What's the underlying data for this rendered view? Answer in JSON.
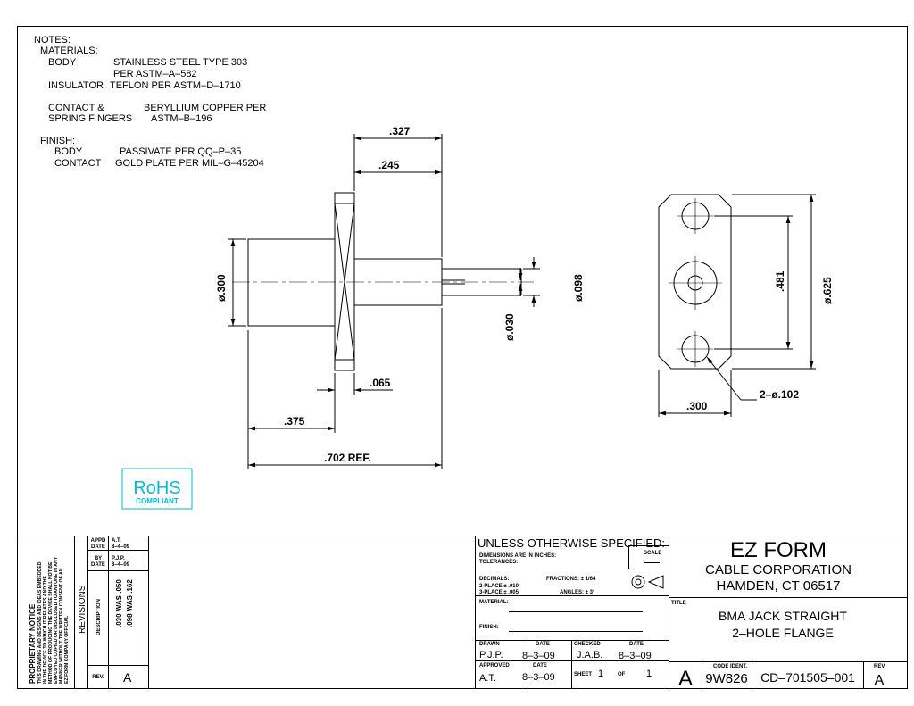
{
  "notes": {
    "heading": "NOTES:",
    "materials_heading": "MATERIALS:",
    "body_label": "BODY",
    "body_value1": "STAINLESS STEEL TYPE 303",
    "body_value2": "PER ASTM–A–582",
    "insulator_label": "INSULATOR",
    "insulator_value": "TEFLON PER ASTM–D–1710",
    "contact_label1": "CONTACT &",
    "contact_label2": "SPRING FINGERS",
    "contact_value1": "BERYLLIUM COPPER PER",
    "contact_value2": "ASTM–B–196",
    "finish_heading": "FINISH:",
    "finish_body_label": "BODY",
    "finish_body_value": "PASSIVATE PER QQ–P–35",
    "finish_contact_label": "CONTACT",
    "finish_contact_value": "GOLD PLATE PER MIL–G–45204"
  },
  "dimensions": {
    "d327": ".327",
    "d245": ".245",
    "dia300": "ø.300",
    "dia098": "ø.098",
    "dia030": "ø.030",
    "d065": ".065",
    "d375": ".375",
    "d702": ".702 REF.",
    "d481": ".481",
    "dia625": "ø.625",
    "holes": "2–ø.102",
    "w300": ".300"
  },
  "rohs": {
    "line1": "RoHS",
    "line2": "COMPLIANT"
  },
  "proprietary": {
    "title": "PROPRIETARY NOTICE",
    "lines": [
      "THIS DRAWING AND DESIGNS AND IDEAS EMBEDDED",
      "IN THE DEVICE TO WHICH IT RELATES AND THE",
      "METHOD OF PRODUCING THE DEVICE SHALL NOT BE",
      "EMPLOYED COPIED OR DISCLOSED TO ANYONE IN ANY",
      "MANNER WITHOUT THE WRITTEN CONSENT OF AN",
      "EZ FORM COMPANY OFFICIAL"
    ]
  },
  "revisions": {
    "label": "REVISIONS",
    "appd_label": "APPD",
    "appd_value": "A.T.",
    "appd_date_label": "DATE",
    "appd_date": "8–4–09",
    "by_label": "BY",
    "by_value": "P.J.P.",
    "by_date_label": "DATE",
    "by_date": "8–4–09",
    "description_label": "DESCRIPTION",
    "description_line1": ".030 WAS .050",
    "description_line2": ".098 WAS .162",
    "rev_label": "REV.",
    "rev_value": "A"
  },
  "tolerances": {
    "header": "UNLESS OTHERWISE SPECIFIED:",
    "dims_line": "DIMENSIONS ARE IN INCHES:",
    "tol_line": "TOLERANCES:",
    "scale_label": "SCALE",
    "decimals": "DECIMALS:",
    "fractions": "FRACTIONS:  ± 1/64",
    "two_place": "2-PLACE  ± .010",
    "three_place": "3-PLACE  ± .005",
    "angles": "ANGLES:  ± 3°",
    "material_label": "MATERIAL:",
    "finish_label": "FINISH:",
    "drawn_label": "DRAWN",
    "drawn_by": "P.J.P.",
    "drawn_date_label": "DATE",
    "drawn_date": "8–3–09",
    "checked_label": "CHECKED",
    "checked_by": "J.A.B.",
    "checked_date_label": "DATE",
    "checked_date": "8–3–09",
    "approved_label": "APPROVED",
    "approved_by": "A.T.",
    "approved_date_label": "DATE",
    "approved_date": "8–3–09",
    "sheet_label": "SHEET",
    "sheet_num": "1",
    "of_label": "OF",
    "sheet_total": "1"
  },
  "company": {
    "name": "EZ FORM",
    "line2": "CABLE CORPORATION",
    "line3": "HAMDEN, CT 06517"
  },
  "title_block": {
    "title_label": "TITLE",
    "title_line1": "BMA JACK STRAIGHT",
    "title_line2": "2–HOLE FLANGE",
    "size": "A",
    "code_ident_label": "CODE IDENT.",
    "code_ident": "9W826",
    "drawing_number": "CD–701505–001",
    "rev_label": "REV.",
    "rev_value": "A"
  }
}
